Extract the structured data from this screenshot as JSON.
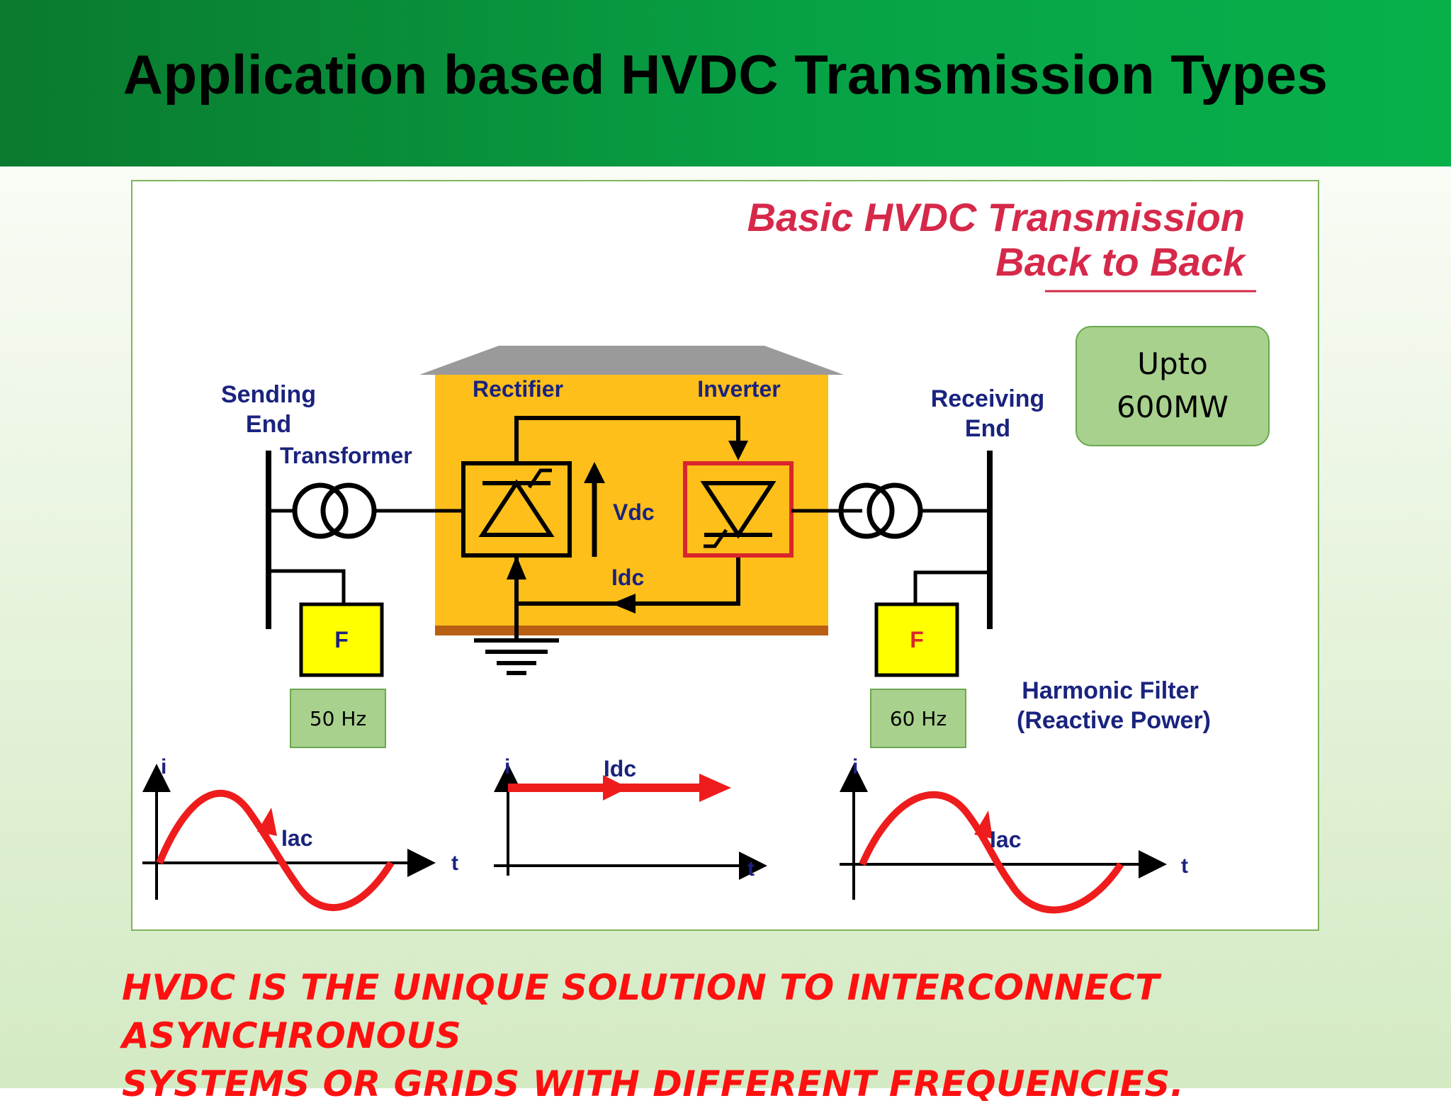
{
  "slide": {
    "title": "Application based HVDC Transmission Types",
    "footer_lines": [
      "HVDC IS THE UNIQUE SOLUTION TO INTERCONNECT ASYNCHRONOUS",
      "SYSTEMS OR GRIDS WITH DIFFERENT FREQUENCIES."
    ]
  },
  "diagram": {
    "heading_line1": "Basic HVDC Transmission",
    "heading_line2": "Back to Back",
    "sending_end_1": "Sending",
    "sending_end_2": "End",
    "transformer": "Transformer",
    "rectifier": "Rectifier",
    "inverter": "Inverter",
    "receiving_end_1": "Receiving",
    "receiving_end_2": "End",
    "vdc": "Vdc",
    "idc": "Idc",
    "filter_left": "F",
    "filter_right": "F",
    "harmonic_filter_1": "Harmonic Filter",
    "harmonic_filter_2": "(Reactive Power)",
    "graph_left_y": "i",
    "graph_left_x": "t",
    "graph_left_label": "Iac",
    "graph_mid_y": "i",
    "graph_mid_x": "t",
    "graph_mid_label": "Idc",
    "graph_right_y": "i",
    "graph_right_x": "t",
    "graph_right_label": "Iac"
  },
  "power_box": {
    "line1": "Upto",
    "line2": "600MW"
  },
  "freq_left": "50 Hz",
  "freq_right": "60 Hz",
  "colors": {
    "header_green": "#07a447",
    "station_orange": "#ffbf1a",
    "roof_gray": "#9a9a9a",
    "label_navy": "#1a237e",
    "heading_red": "#d6294a",
    "filter_yellow": "#ffff00",
    "wave_red": "#ee1c1c",
    "footer_red": "#ff1010"
  }
}
